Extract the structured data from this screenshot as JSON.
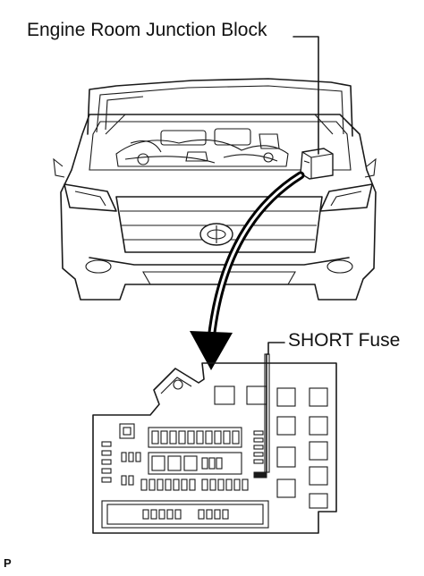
{
  "labels": {
    "engine_room_junction_block": "Engine Room Junction Block",
    "short_fuse": "SHORT Fuse",
    "figure_code": "P"
  },
  "colors": {
    "line": "#1a1a1a",
    "background": "#ffffff",
    "arrow": "#000000"
  }
}
